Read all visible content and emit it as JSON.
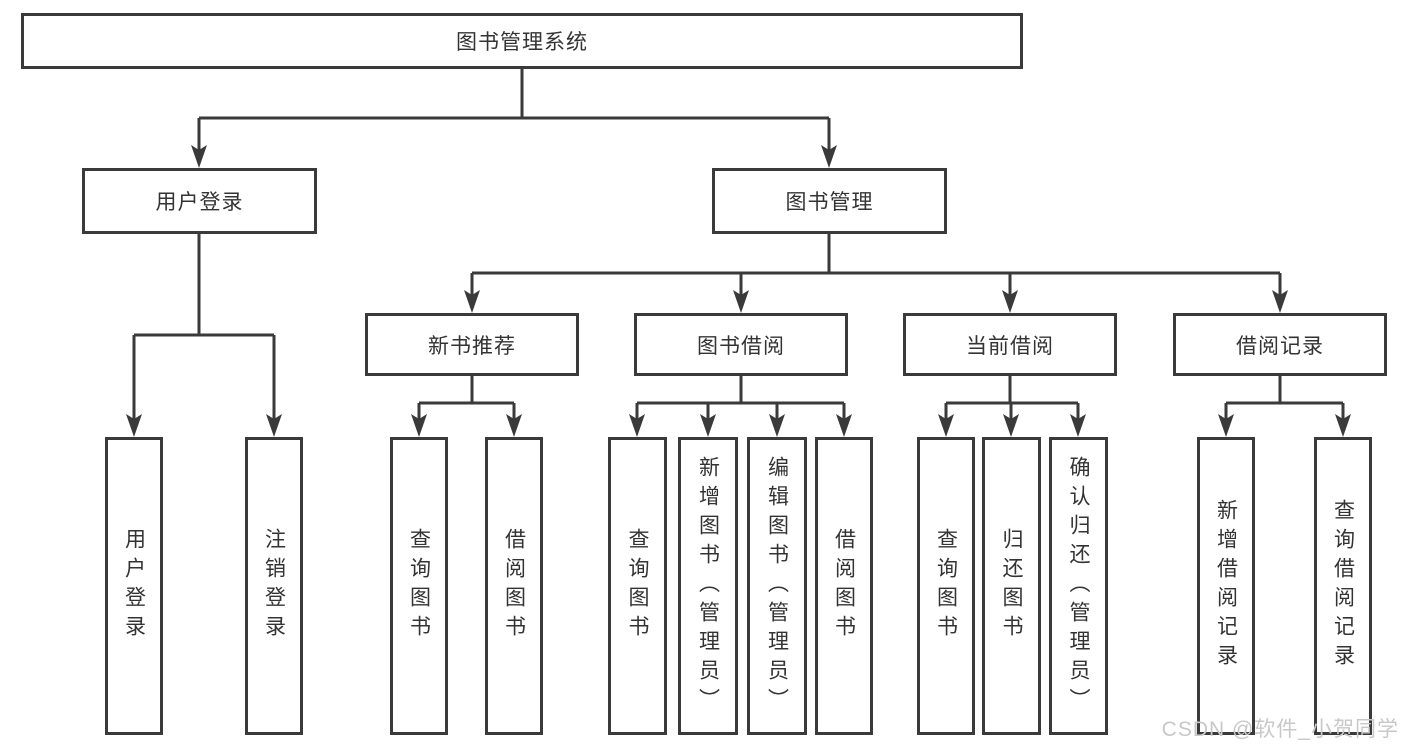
{
  "colors": {
    "line": "#3a3a3a",
    "text": "#333333",
    "watermark": "#c8c8c8",
    "background": "#ffffff"
  },
  "watermark": {
    "text": "CSDN @软件_小贺同学"
  },
  "tree": {
    "root": {
      "label": "图书管理系统"
    },
    "branches": [
      {
        "label": "用户登录",
        "children": [
          {
            "label": "用户登录"
          },
          {
            "label": "注销登录"
          }
        ]
      },
      {
        "label": "图书管理",
        "children": [
          {
            "label": "新书推荐",
            "children": [
              {
                "label": "查询图书"
              },
              {
                "label": "借阅图书"
              }
            ]
          },
          {
            "label": "图书借阅",
            "children": [
              {
                "label": "查询图书"
              },
              {
                "label": "新增图书（管理员）"
              },
              {
                "label": "编辑图书（管理员）"
              },
              {
                "label": "借阅图书"
              }
            ]
          },
          {
            "label": "当前借阅",
            "children": [
              {
                "label": "查询图书"
              },
              {
                "label": "归还图书"
              },
              {
                "label": "确认归还（管理员）"
              }
            ]
          },
          {
            "label": "借阅记录",
            "children": [
              {
                "label": "新增借阅记录"
              },
              {
                "label": "查询借阅记录"
              }
            ]
          }
        ]
      }
    ]
  }
}
